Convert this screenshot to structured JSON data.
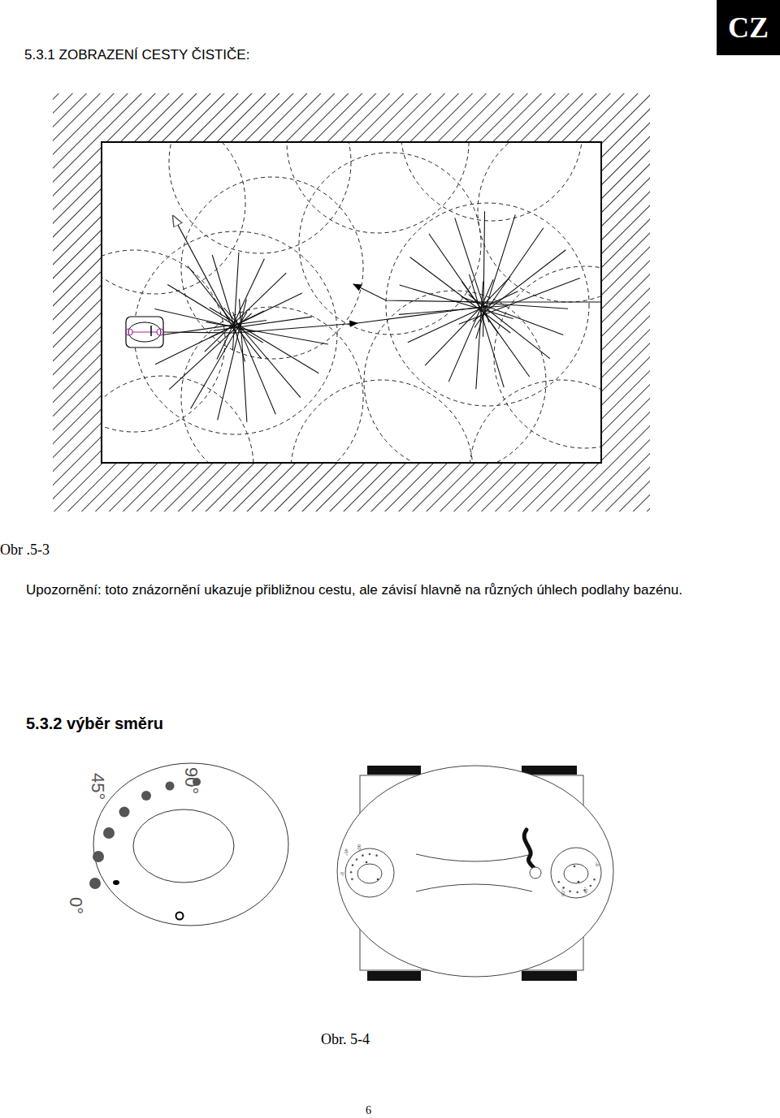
{
  "diagram": {
    "title": "5.3.1 ZOBRAZENÍ CESTY ČISTIČE:",
    "nodes": [
      {
        "text": [
          "CZ"
        ]
      }
    ],
    "labels": [
      "Obr .5-3",
      "Upozornění: toto znázornění ukazuje přibližnou cestu, ale závisí hlavně na různých úhlech podlahy bazénu.",
      "5.3.2 výběr směru",
      "90°",
      "45°",
      "0°",
      "0°",
      "45°",
      "90°",
      "0°",
      "45°",
      "90°",
      "Obr. 5-4",
      "6"
    ]
  }
}
